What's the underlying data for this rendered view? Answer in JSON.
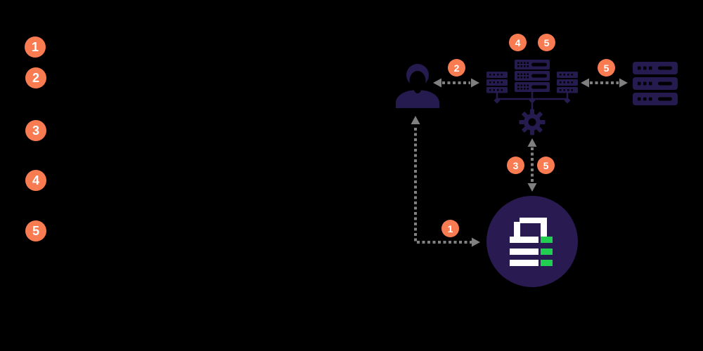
{
  "palette": {
    "bg": "#000000",
    "orange": "#F87B51",
    "navy": "#261B4F",
    "vault": "#2A1A52",
    "green": "#22CE4F",
    "gray": "#808080",
    "badge_text": "#FFFFFF"
  },
  "legend": {
    "items": [
      {
        "number": "1"
      },
      {
        "number": "2"
      },
      {
        "number": "3"
      },
      {
        "number": "4"
      },
      {
        "number": "5"
      }
    ]
  },
  "diagram": {
    "nodes": {
      "user": {
        "icon": "user-icon"
      },
      "servers": {
        "icon": "server-cluster-icon"
      },
      "gear": {
        "icon": "gear-icon"
      },
      "storage": {
        "icon": "server-rack-icon"
      },
      "vault": {
        "icon": "padlock-icon",
        "shape": "dark-circle"
      }
    },
    "badges": {
      "user_vault": {
        "label": "1"
      },
      "user_servers": {
        "label": "2"
      },
      "servers_vault_left": {
        "label": "3"
      },
      "servers_top_left": {
        "label": "4"
      },
      "servers_top_right": {
        "label": "5"
      },
      "servers_storage": {
        "label": "5"
      },
      "servers_vault_right": {
        "label": "5"
      }
    },
    "connectors": [
      {
        "from": "user",
        "to": "servers",
        "style": "dashed",
        "arrows": "both"
      },
      {
        "from": "servers",
        "to": "storage",
        "style": "dashed",
        "arrows": "both"
      },
      {
        "from": "servers",
        "to": "vault",
        "style": "dashed",
        "arrows": "both"
      },
      {
        "from": "user",
        "to": "vault",
        "style": "dashed",
        "arrows": "both",
        "shape": "elbow"
      }
    ]
  }
}
